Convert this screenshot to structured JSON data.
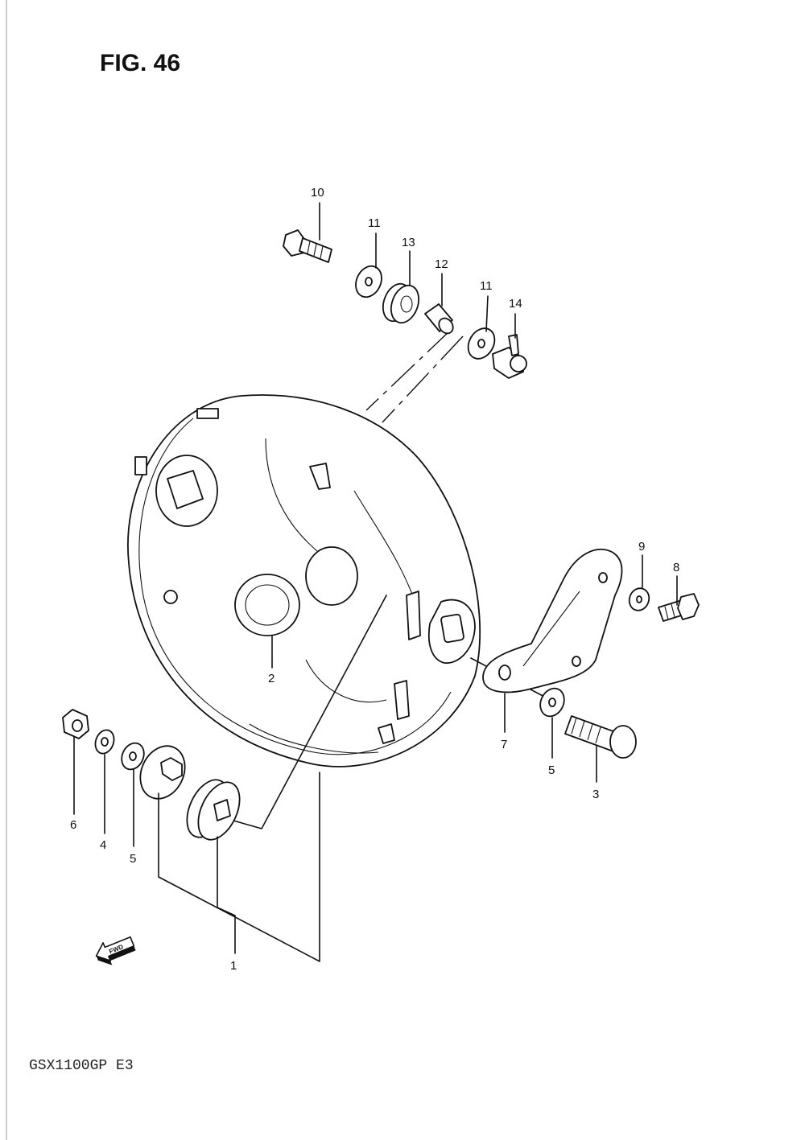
{
  "figure_title": "FIG. 46",
  "model_code": "GSX1100GP  E3",
  "fwd_label": "FWD",
  "callouts": {
    "p1": "1",
    "p2": "2",
    "p3": "3",
    "p4": "4",
    "p5a": "5",
    "p5b": "5",
    "p6": "6",
    "p7": "7",
    "p8": "8",
    "p9": "9",
    "p10": "10",
    "p11a": "11",
    "p11b": "11",
    "p12": "12",
    "p13": "13",
    "p14": "14"
  }
}
